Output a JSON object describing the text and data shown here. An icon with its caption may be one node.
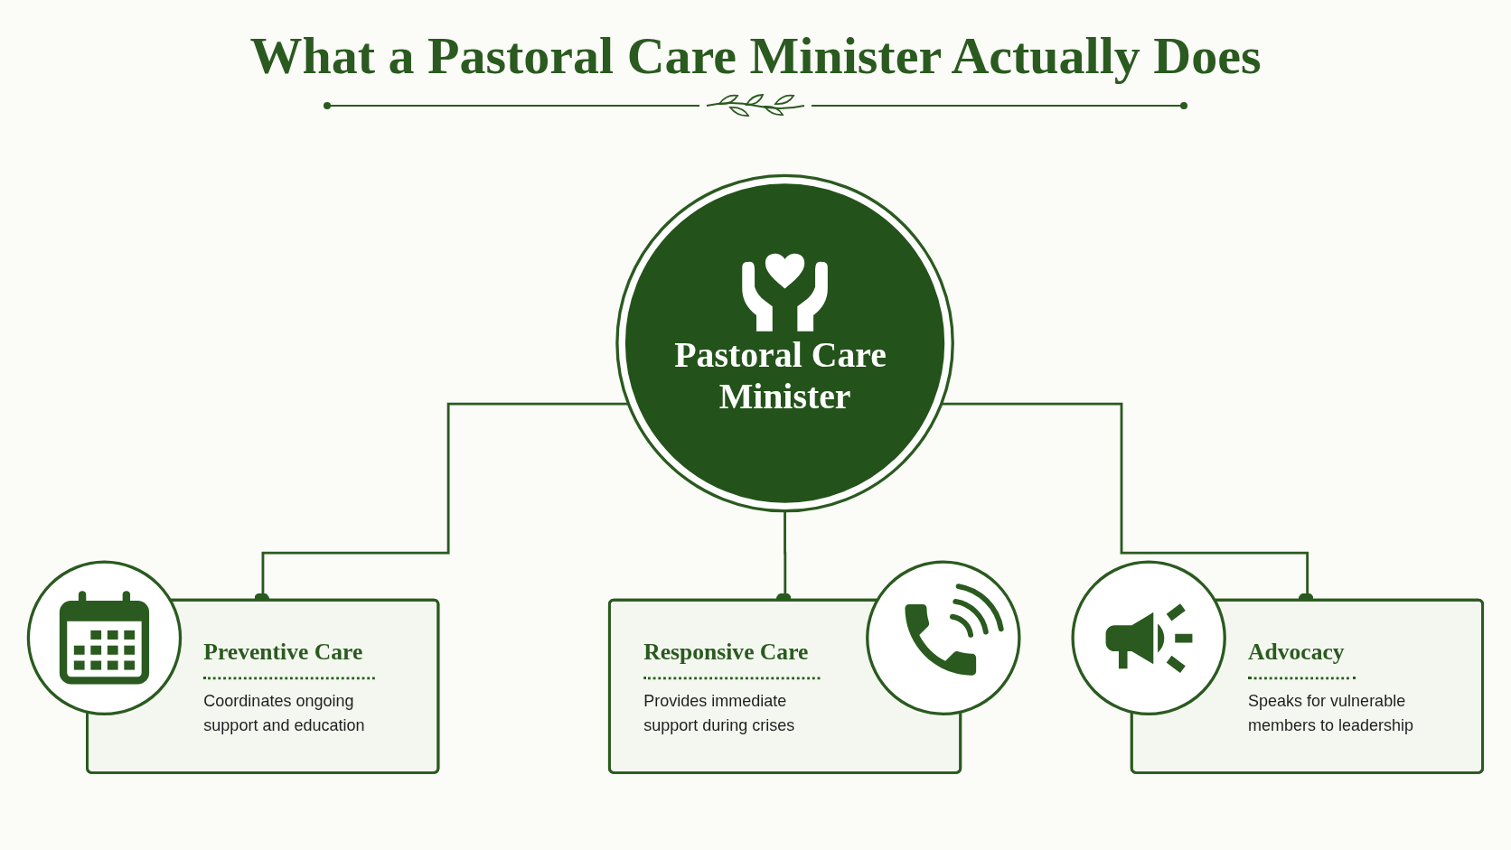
{
  "diagram": {
    "title": "What a Pastoral Care Minister Actually Does",
    "nodes": [
      {
        "text": [
          "Pastoral Care Minister"
        ]
      },
      {
        "text": [
          "Preventive Care",
          "Coordinates ongoing support and education"
        ]
      },
      {
        "text": [
          "Responsive Care",
          "Provides immediate support during crises"
        ]
      },
      {
        "text": [
          "Advocacy",
          "Speaks for vulnerable members to leadership"
        ]
      }
    ],
    "edges": [
      {
        "from": 0,
        "to": 1,
        "arrow": "other"
      },
      {
        "from": 0,
        "to": 2,
        "arrow": "other"
      },
      {
        "from": 0,
        "to": 3,
        "arrow": "other"
      }
    ]
  }
}
